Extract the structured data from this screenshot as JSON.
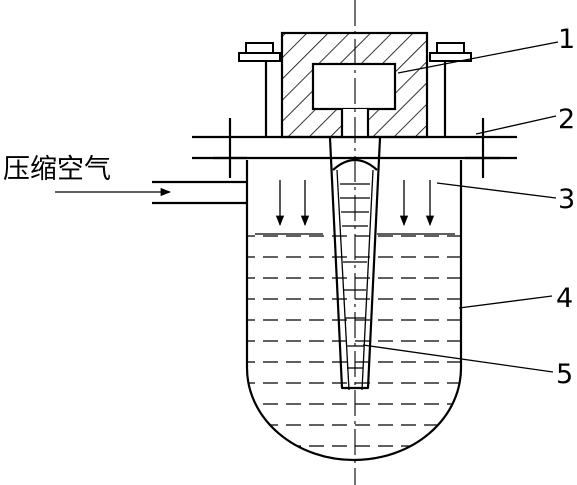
{
  "diagram": {
    "inlet_label": "压缩空气",
    "callouts": [
      "1",
      "2",
      "3",
      "4",
      "5"
    ]
  }
}
